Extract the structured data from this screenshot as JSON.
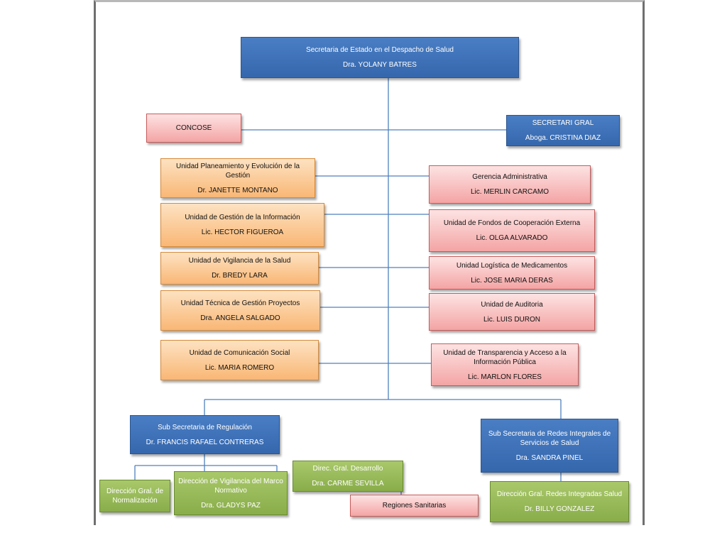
{
  "top": {
    "title": "Secretaria de Estado en el Despacho de Salud",
    "name": "Dra. YOLANY BATRES"
  },
  "concose": {
    "title": "CONCOSE"
  },
  "secretaria_gral": {
    "title": "SECRETARI GRAL",
    "name": "Aboga. CRISTINA DIAZ"
  },
  "left_units": [
    {
      "title": "Unidad Planeamiento y Evolución de la Gestión",
      "name": "Dr. JANETTE MONTANO"
    },
    {
      "title": "Unidad de Gestión de la Información",
      "name": "Lic. HECTOR FIGUEROA"
    },
    {
      "title": "Unidad de Vigilancia de la Salud",
      "name": "Dr. BREDY LARA"
    },
    {
      "title": "Unidad Técnica de Gestión Proyectos",
      "name": "Dra. ANGELA SALGADO"
    },
    {
      "title": "Unidad de Comunicación Social",
      "name": "Lic. MARIA ROMERO"
    }
  ],
  "right_units": [
    {
      "title": "Gerencia Administrativa",
      "name": "Lic. MERLIN CARCAMO"
    },
    {
      "title": "Unidad de Fondos de Cooperación Externa",
      "name": "Lic. OLGA ALVARADO"
    },
    {
      "title": "Unidad Logística de Medicamentos",
      "name": "Lic. JOSE MARIA DERAS"
    },
    {
      "title": "Unidad de Auditoria",
      "name": "Lic. LUIS DURON"
    },
    {
      "title": "Unidad de Transparencia y Acceso a la Información Pública",
      "name": "Lic. MARLON FLORES"
    }
  ],
  "sub_regulacion": {
    "title": "Sub Secretaria de Regulación",
    "name": "Dr. FRANCIS RAFAEL CONTRERAS"
  },
  "sub_redes": {
    "title": "Sub Secretaria de Redes Integrales de Servicios de Salud",
    "name": "Dra. SANDRA PINEL"
  },
  "dir_normalizacion": {
    "title": "Dirección Gral. de Normalización"
  },
  "dir_vigilancia": {
    "title": "Dirección de Vigilancia del Marco Normativo",
    "name": "Dra. GLADYS PAZ"
  },
  "dir_desarrollo": {
    "title": "Direc. Gral. Desarrollo",
    "name": "Dra. CARME SEVILLA"
  },
  "regiones": {
    "title": "Regiones Sanitarias"
  },
  "dir_redes": {
    "title": "Dirección Gral. Redes Integradas Salud",
    "name": "Dr. BILLY GONZALEZ"
  },
  "colors": {
    "blue": "#3a6cb2",
    "pink": "#f4a4a4",
    "orange": "#f9b775",
    "green": "#89ad4a",
    "line": "#4f81bd"
  }
}
